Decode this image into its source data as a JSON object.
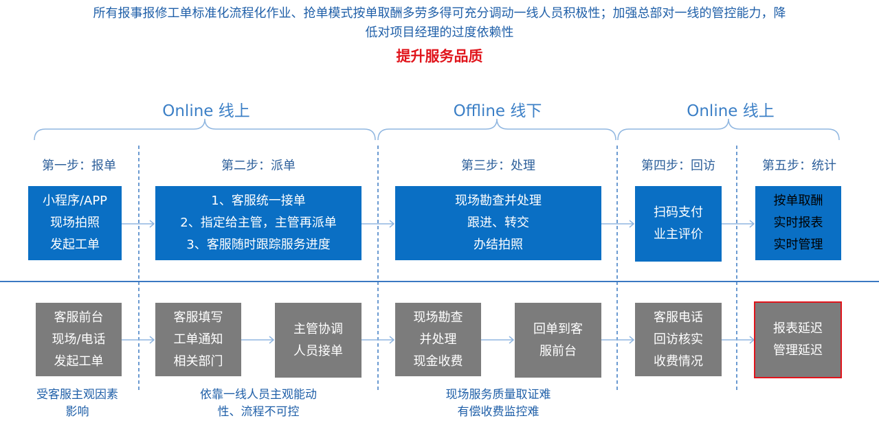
{
  "header": {
    "line1": "所有报事报修工单标准化流程化作业、抢单模式按单取酬多劳多得可充分调动一线人员积极性；加强总部对一线的管控能力，降",
    "line2": "低对项目经理的过度依赖性",
    "headline": "提升服务品质"
  },
  "phases": [
    {
      "label": "Online  线上"
    },
    {
      "label": "Offline  线下"
    },
    {
      "label": "Online  线上"
    }
  ],
  "steps": [
    "第一步：报单",
    "第二步：派单",
    "第三步：处理",
    "第四步：回访",
    "第五步：统计"
  ],
  "online_boxes": [
    {
      "lines": [
        "小程序/APP",
        "现场拍照",
        "发起工单"
      ]
    },
    {
      "lines": [
        "1、客服统一接单",
        "2、指定给主管，主管再派单",
        "3、客服随时跟踪服务进度"
      ]
    },
    {
      "lines": [
        "现场勘查并处理",
        "跟进、转交",
        "办结拍照"
      ]
    },
    {
      "lines": [
        "扫码支付",
        "业主评价"
      ]
    },
    {
      "lines": [
        "按单取酬",
        "实时报表",
        "实时管理"
      ]
    }
  ],
  "offline_boxes": [
    {
      "lines": [
        "客服前台",
        "现场/电话",
        "发起工单"
      ]
    },
    {
      "lines": [
        "客服填写",
        "工单通知",
        "相关部门"
      ]
    },
    {
      "lines": [
        "主管协调",
        "人员接单"
      ]
    },
    {
      "lines": [
        "现场勘查",
        "并处理",
        "现金收费"
      ]
    },
    {
      "lines": [
        "回单到客",
        "服前台"
      ]
    },
    {
      "lines": [
        "客服电话",
        "回访核实",
        "收费情况"
      ]
    },
    {
      "lines": [
        "报表延迟",
        "管理延迟"
      ]
    }
  ],
  "notes": [
    {
      "lines": [
        "受客服主观因素",
        "影响"
      ]
    },
    {
      "lines": [
        "依靠一线人员主观能动",
        "性、流程不可控"
      ]
    },
    {
      "lines": [
        "现场服务质量取证难",
        "有偿收费监控难"
      ]
    }
  ],
  "colors": {
    "header_text": "#1f5fa8",
    "headline": "#e0141b",
    "phase_text": "#3b7fc6",
    "online_box": "#0a6fc4",
    "offline_box": "#7c7c7c",
    "alert_border": "#e0141b",
    "connector": "#8fb6e0"
  }
}
